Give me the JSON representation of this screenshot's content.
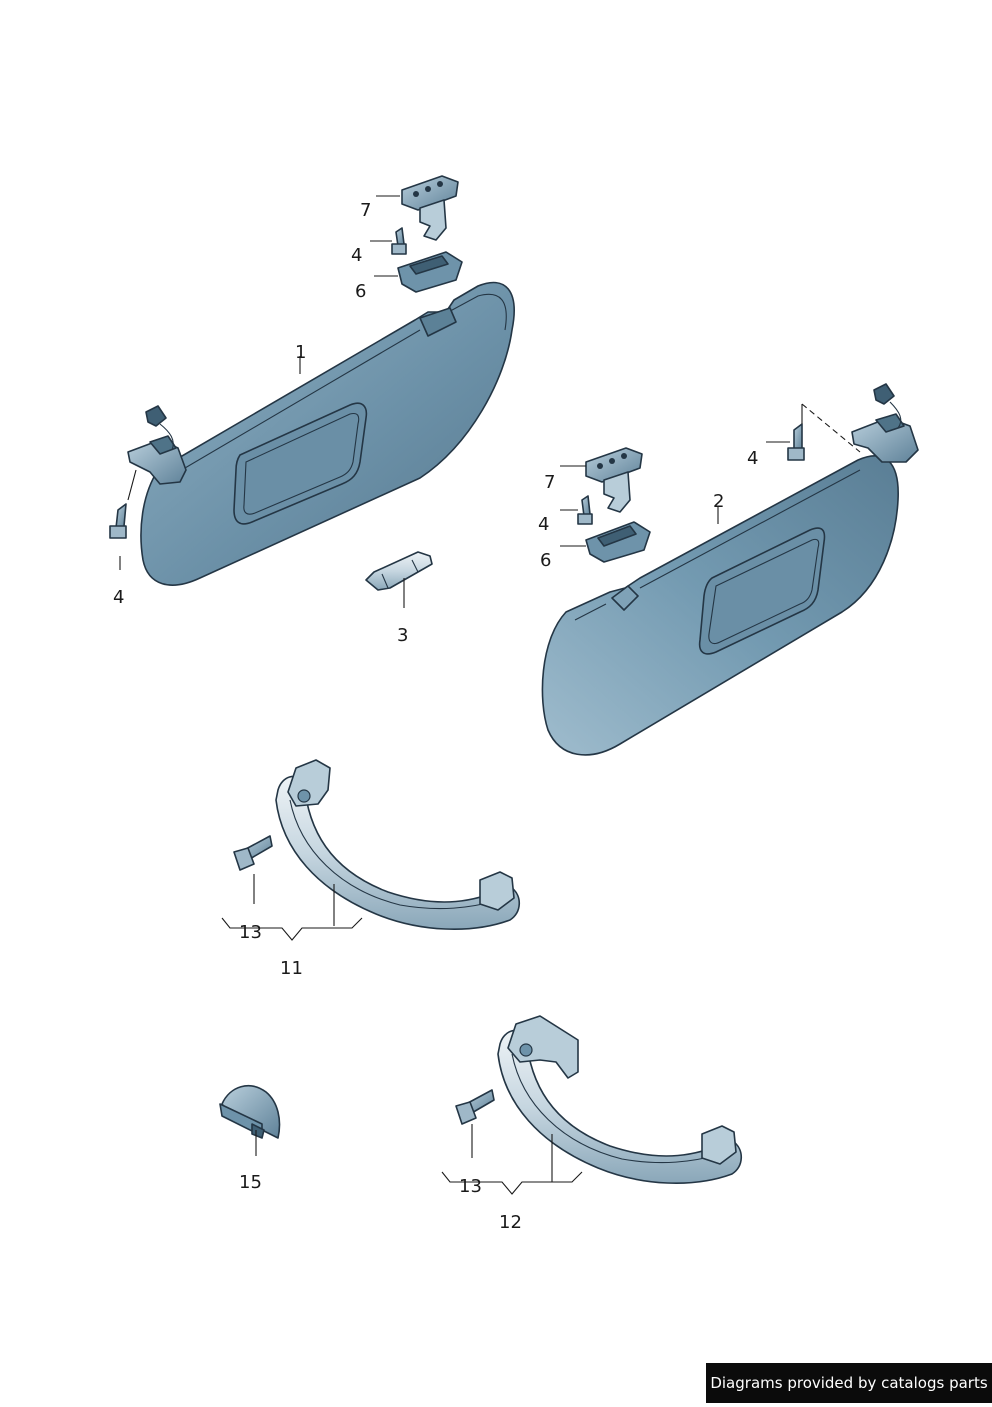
{
  "callouts": {
    "c1": "1",
    "c2": "2",
    "c3": "3",
    "c4a": "4",
    "c4b": "4",
    "c4c": "4",
    "c4d": "4",
    "c6a": "6",
    "c6b": "6",
    "c7a": "7",
    "c7b": "7",
    "c11": "11",
    "c12": "12",
    "c13a": "13",
    "c13b": "13",
    "c15": "15"
  },
  "footer": {
    "text": "Diagrams provided by catalogs parts"
  },
  "colors": {
    "part_fill": "#6e93aa",
    "part_light": "#a9c2d1",
    "part_dark": "#3f5f74",
    "outline": "#243645"
  }
}
